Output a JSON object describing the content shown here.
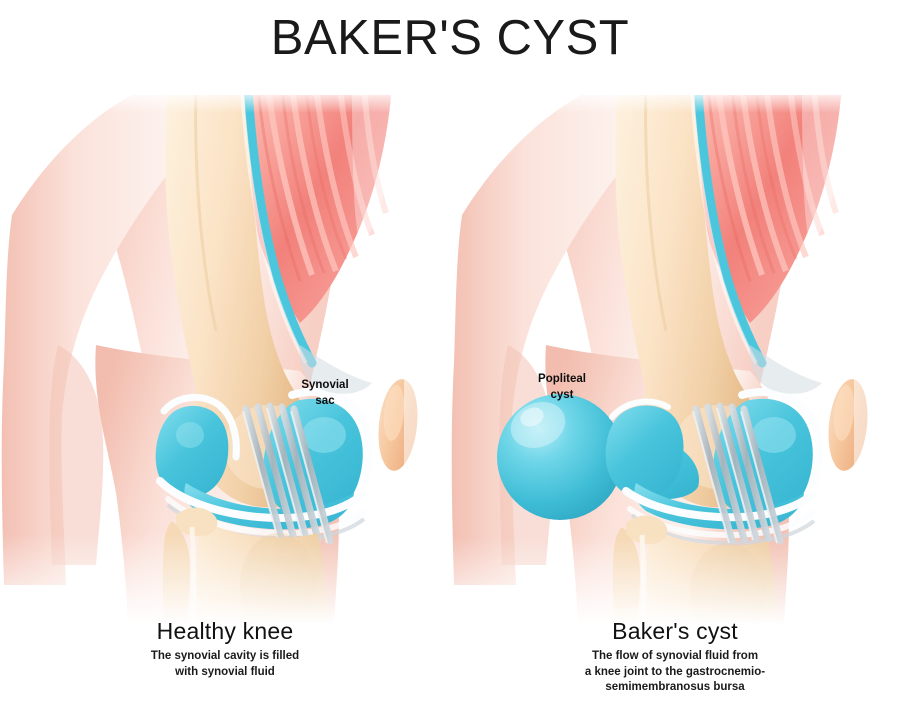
{
  "header": {
    "title": "BAKER'S CYST"
  },
  "panels": [
    {
      "id": "healthy",
      "caption_title": "Healthy knee",
      "caption_sub_lines": [
        "The synovial cavity is filled",
        "with synovial fluid"
      ],
      "diagram_label_lines": [
        "Synovial",
        "sac"
      ]
    },
    {
      "id": "cyst",
      "caption_title": "Baker's cyst",
      "caption_sub_lines": [
        "The flow of synovial fluid from",
        "a knee joint to the gastrocnemio-",
        "semimembranosus bursa"
      ],
      "diagram_label_lines": [
        "Popliteal",
        "cyst"
      ]
    }
  ],
  "colors": {
    "background": "#ffffff",
    "title_text": "#1a1a1a",
    "skin_light": "#fdeeea",
    "skin_mid": "#f6cdc2",
    "skin_deep": "#efb4a6",
    "bone_light": "#fbe7cd",
    "bone_mid": "#f3d3ab",
    "bone_shadow": "#e5bd8d",
    "patella": "#f7c9a3",
    "muscle_light": "#f9a9a0",
    "muscle_mid": "#f4827c",
    "muscle_deep": "#ea6b6b",
    "synovial_fluid": "#4cc6dd",
    "synovial_fluid_light": "#8fe0ec",
    "capsule_white": "#fbfdfe",
    "ligament_gray": "#b9c2c8",
    "ligament_light": "#e3e9ec",
    "label_text": "#0d0d0d"
  }
}
